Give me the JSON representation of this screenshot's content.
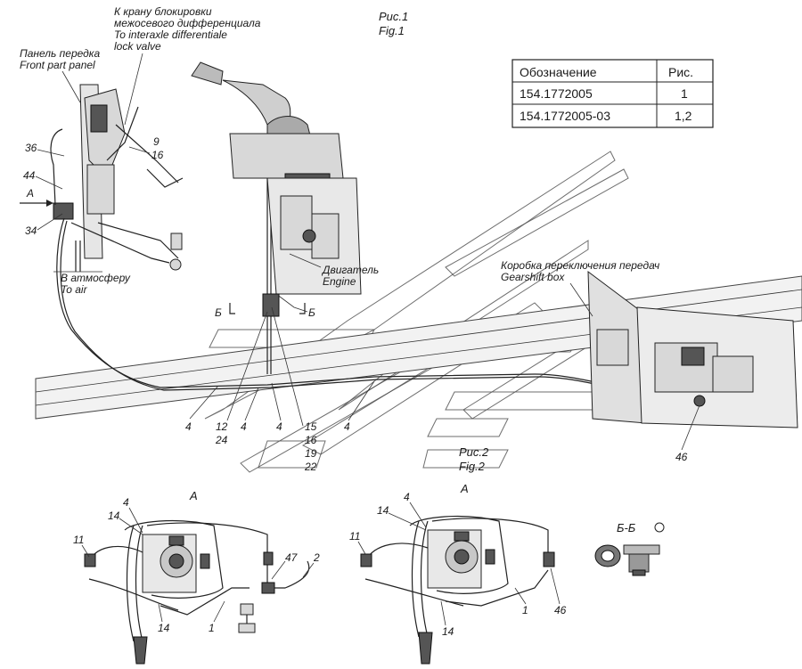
{
  "figure1": {
    "title_ru": "Рис.1",
    "title_en": "Fig.1"
  },
  "figure2": {
    "title_ru": "Рис.2",
    "title_en": "Fig.2"
  },
  "table": {
    "headers": [
      "Обозначение",
      "Рис."
    ],
    "rows": [
      [
        "154.1772005",
        "1"
      ],
      [
        "154.1772005-03",
        "1,2"
      ]
    ]
  },
  "annotations": {
    "crane_ru_1": "К крану блокировки",
    "crane_ru_2": "межосевого дифференциала",
    "crane_en_1": "To interaxle differentiale",
    "crane_en_2": "lock valve",
    "panel_ru": "Панель передка",
    "panel_en": "Front part panel",
    "atm_ru": "В атмосферу",
    "atm_en": "To air",
    "engine_ru": "Двигатель",
    "engine_en": "Engine",
    "gearbox_ru": "Коробка переключения передач",
    "gearbox_en": "Gearshift box",
    "section_mark": "Б",
    "section_view": "Б-Б",
    "view_a": "А"
  },
  "callouts": {
    "c36": "36",
    "c44": "44",
    "c34": "34",
    "c9": "9",
    "c16": "16",
    "c4a": "4",
    "c12": "12",
    "c24": "24",
    "c4b": "4",
    "c4c": "4",
    "c15": "15",
    "c16b": "16",
    "c19": "19",
    "c22": "22",
    "c4d": "4",
    "c46": "46",
    "v1_4": "4",
    "v1_14a": "14",
    "v1_11": "11",
    "v1_47": "47",
    "v1_2": "2",
    "v1_14b": "14",
    "v1_1": "1",
    "v2_4": "4",
    "v2_14a": "14",
    "v2_11": "11",
    "v2_46": "46",
    "v2_14b": "14",
    "v2_1": "1"
  },
  "icons": [
    "rotated-view-icon"
  ]
}
